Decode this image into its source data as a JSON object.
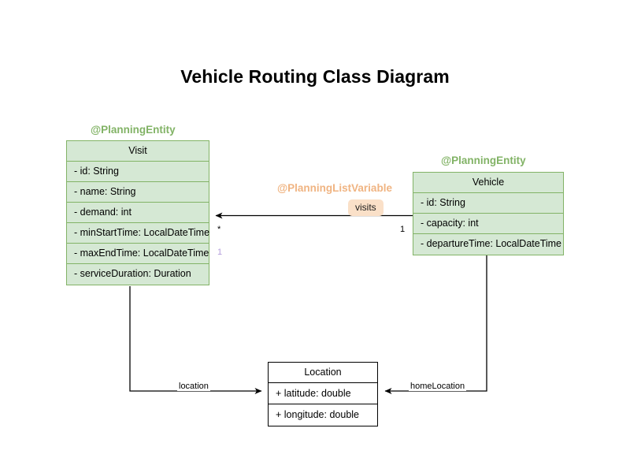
{
  "title": "Vehicle Routing Class Diagram",
  "colors": {
    "entity_fill": "#d5e8d4",
    "entity_stroke": "#82b366",
    "stereotype_entity": "#82b366",
    "stereotype_listvariable": "#f0b482",
    "role_badge_fill": "#fae0c8",
    "plain_fill": "#ffffff",
    "plain_stroke": "#000000",
    "edge_stroke": "#000000",
    "multiplicity_accent": "#b39ddb",
    "background": "#ffffff"
  },
  "classes": [
    {
      "id": "visit",
      "name": "Visit",
      "stereotype": "@PlanningEntity",
      "attributes": [
        "- id: String",
        "- name: String",
        "- demand: int",
        "- minStartTime: LocalDateTime",
        "- maxEndTime: LocalDateTime",
        "- serviceDuration: Duration"
      ]
    },
    {
      "id": "vehicle",
      "name": "Vehicle",
      "stereotype": "@PlanningEntity",
      "attributes": [
        "- id: String",
        "- capacity: int",
        "- departureTime: LocalDateTime"
      ]
    },
    {
      "id": "location",
      "name": "Location",
      "stereotype": "",
      "attributes": [
        "+ latitude: double",
        "+ longitude: double"
      ]
    }
  ],
  "associations": [
    {
      "id": "vehicle-visits",
      "from": "Vehicle",
      "to": "Visit",
      "stereotype": "@PlanningListVariable",
      "role": "visits",
      "source_multiplicity": "1",
      "target_multiplicity": "*"
    },
    {
      "id": "visit-location",
      "from": "Visit",
      "to": "Location",
      "role": "location",
      "source_multiplicity": "1"
    },
    {
      "id": "vehicle-homelocation",
      "from": "Vehicle",
      "to": "Location",
      "role": "homeLocation"
    }
  ]
}
